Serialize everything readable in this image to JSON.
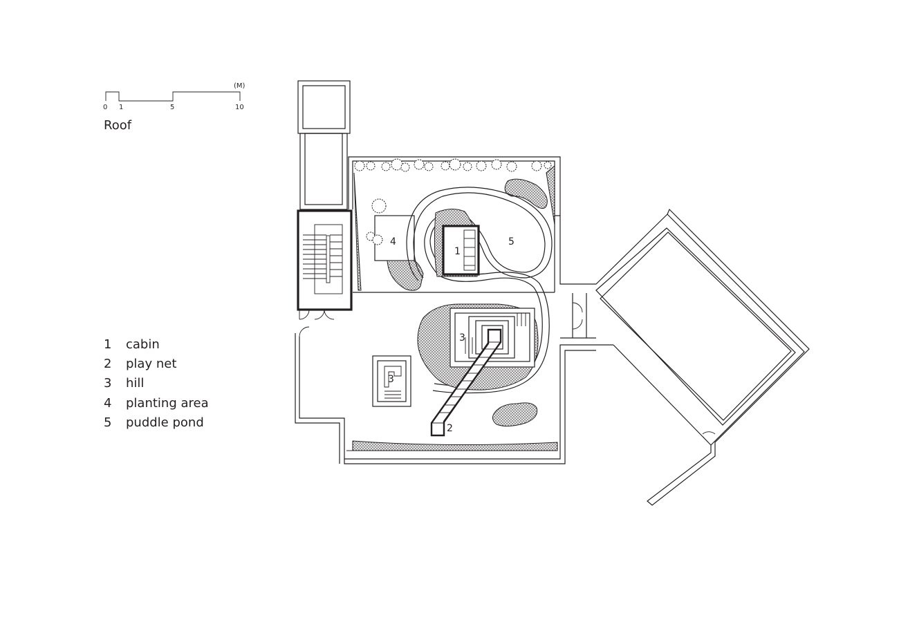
{
  "title": "Roof",
  "scale_bar": {
    "unit": "(M)",
    "ticks": [
      "0",
      "1",
      "5",
      "10"
    ]
  },
  "legend": [
    {
      "num": "1",
      "label": "cabin"
    },
    {
      "num": "2",
      "label": "play net"
    },
    {
      "num": "3",
      "label": "hill"
    },
    {
      "num": "4",
      "label": "planting area"
    },
    {
      "num": "5",
      "label": "puddle pond"
    }
  ],
  "plan_labels": {
    "cabin": "1",
    "play_net": "2",
    "hill_main": "3",
    "hill_small": "3",
    "planting": "4",
    "pond": "5"
  },
  "colors": {
    "line": "#231f20",
    "background": "#ffffff"
  }
}
